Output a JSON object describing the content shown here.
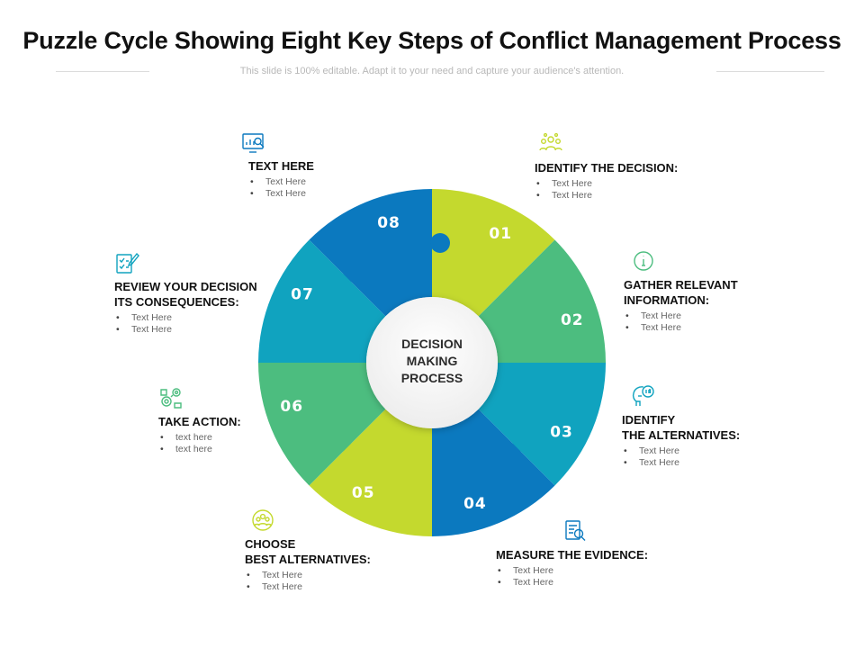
{
  "title": "Puzzle Cycle Showing Eight Key Steps of Conflict Management Process",
  "subtitle": "This slide is 100% editable. Adapt it to your need and capture your audience's attention.",
  "center": {
    "lines": [
      "DECISION",
      "MAKING",
      "PROCESS"
    ]
  },
  "colors": {
    "blue": "#0b79bf",
    "teal": "#10a3bf",
    "green": "#4cbd7f",
    "lime": "#c4d92e"
  },
  "steps": [
    {
      "number": "01",
      "heading": "IDENTIFY THE DECISION:",
      "bullets": [
        "Text Here",
        "Text Here"
      ],
      "color": "#c4d92e",
      "icon": "people-network-icon"
    },
    {
      "number": "02",
      "heading": "GATHER RELEVANT\nINFORMATION:",
      "bullets": [
        "Text Here",
        "Text Here"
      ],
      "color": "#4cbd7f",
      "icon": "info-icon"
    },
    {
      "number": "03",
      "heading": "IDENTIFY\nTHE ALTERNATIVES:",
      "bullets": [
        "Text Here",
        "Text Here"
      ],
      "color": "#10a3bf",
      "icon": "head-thinking-icon"
    },
    {
      "number": "04",
      "heading": "MEASURE THE EVIDENCE:",
      "bullets": [
        "Text Here",
        "Text Here"
      ],
      "color": "#0b79bf",
      "icon": "document-search-icon"
    },
    {
      "number": "05",
      "heading": "CHOOSE\nBEST ALTERNATIVES:",
      "bullets": [
        "Text Here",
        "Text Here"
      ],
      "color": "#c4d92e",
      "icon": "team-choice-icon"
    },
    {
      "number": "06",
      "heading": "TAKE ACTION:",
      "bullets": [
        "text here",
        "text here"
      ],
      "color": "#4cbd7f",
      "icon": "action-gears-icon"
    },
    {
      "number": "07",
      "heading": "REVIEW YOUR DECISION\nITS CONSEQUENCES:",
      "bullets": [
        "Text Here",
        "Text Here"
      ],
      "color": "#10a3bf",
      "icon": "review-checklist-icon"
    },
    {
      "number": "08",
      "heading": "TEXT HERE",
      "bullets": [
        "Text Here",
        "Text Here"
      ],
      "color": "#0b79bf",
      "icon": "analytics-icon"
    }
  ]
}
